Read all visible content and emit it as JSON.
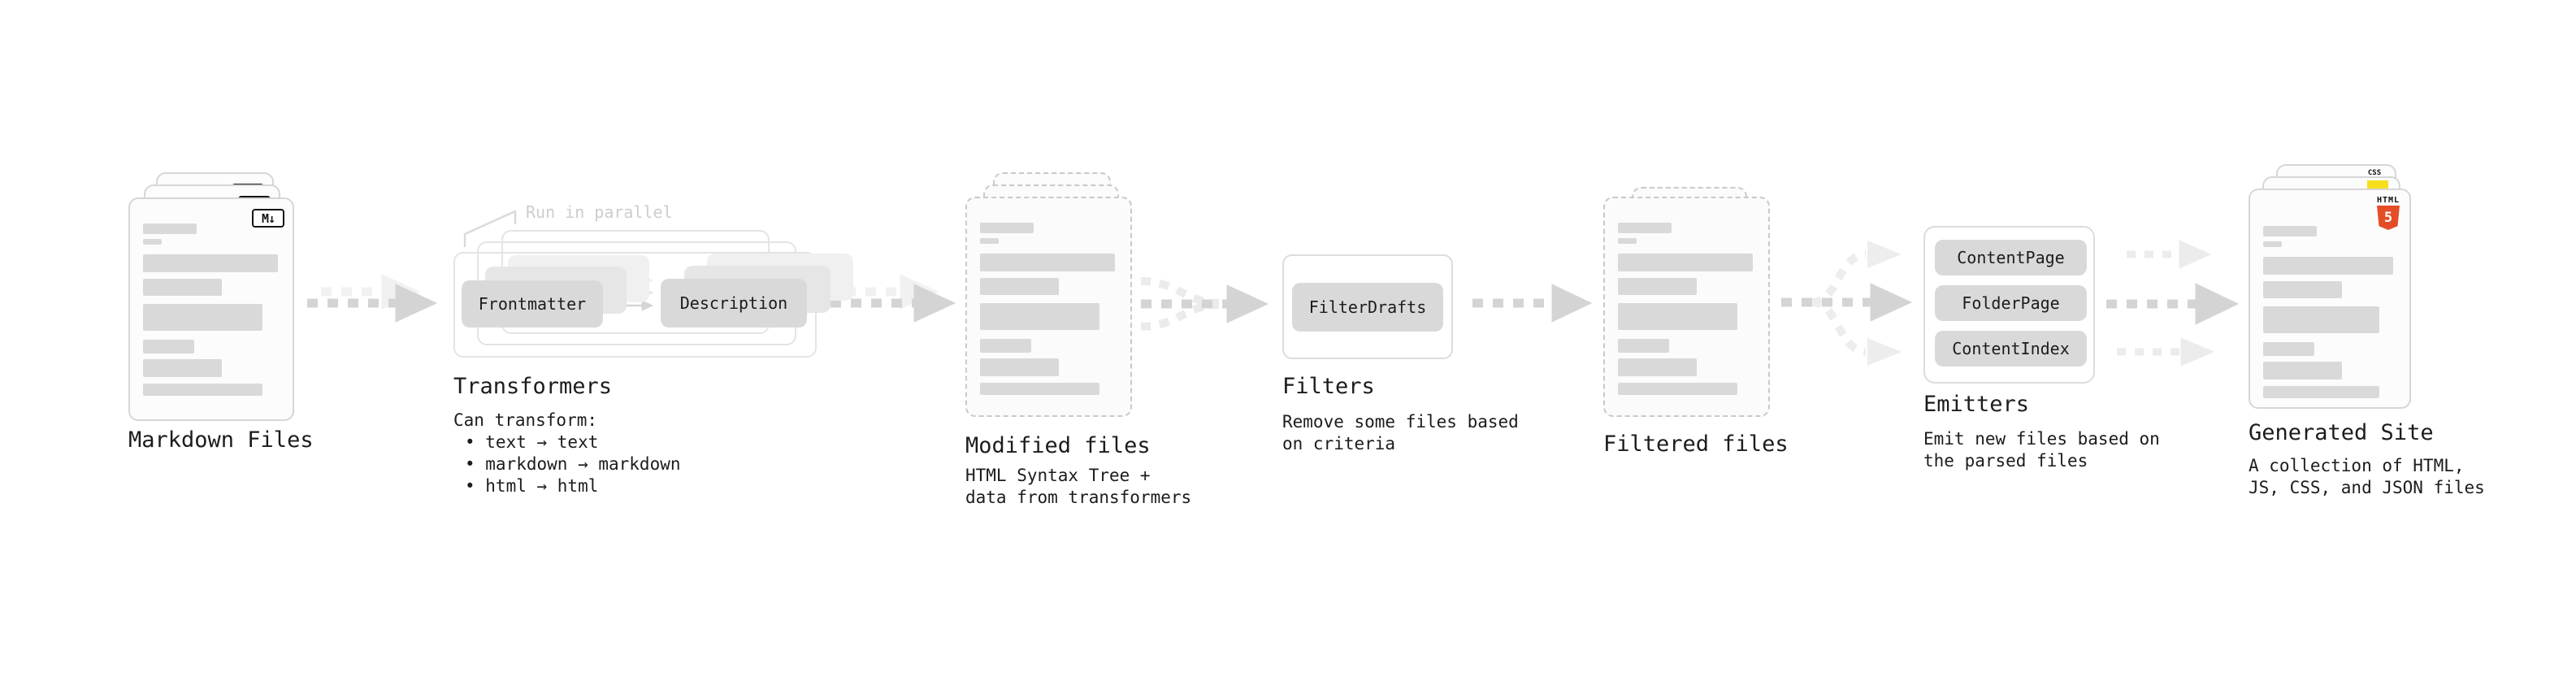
{
  "stages": {
    "markdown_files": {
      "label": "Markdown Files",
      "badge": "M↓"
    },
    "transformers": {
      "label": "Transformers",
      "note": "Run in parallel",
      "pill_left": "Frontmatter",
      "pill_right": "Description",
      "desc_title": "Can transform:",
      "bullets": [
        "• text → text",
        "• markdown → markdown",
        "• html → html"
      ]
    },
    "modified_files": {
      "label": "Modified files",
      "desc": [
        "HTML Syntax Tree +",
        "data from transformers"
      ]
    },
    "filters": {
      "label": "Filters",
      "pill": "FilterDrafts",
      "desc": [
        "Remove some files based",
        "on criteria"
      ]
    },
    "filtered_files": {
      "label": "Filtered files"
    },
    "emitters": {
      "label": "Emitters",
      "pills": [
        "ContentPage",
        "FolderPage",
        "ContentIndex"
      ],
      "desc": [
        "Emit new files based on",
        "the parsed files"
      ]
    },
    "generated_site": {
      "label": "Generated Site",
      "desc": [
        "A collection of HTML,",
        "JS, CSS, and JSON files"
      ],
      "badge_css": "CSS",
      "badge_html": "HTML",
      "badge_html_number": "5"
    }
  },
  "colors": {
    "arrow_dark": "#d4d4d4",
    "arrow_light": "#ededed",
    "bar_gray": "#d9d9d9",
    "pill_gray": "#d9d9d9",
    "text": "#1c1c1c",
    "note_gray": "#cdcdcd",
    "html5_orange": "#e44d26",
    "js_yellow": "#f7df1e",
    "css_blue": "#2965f1"
  }
}
